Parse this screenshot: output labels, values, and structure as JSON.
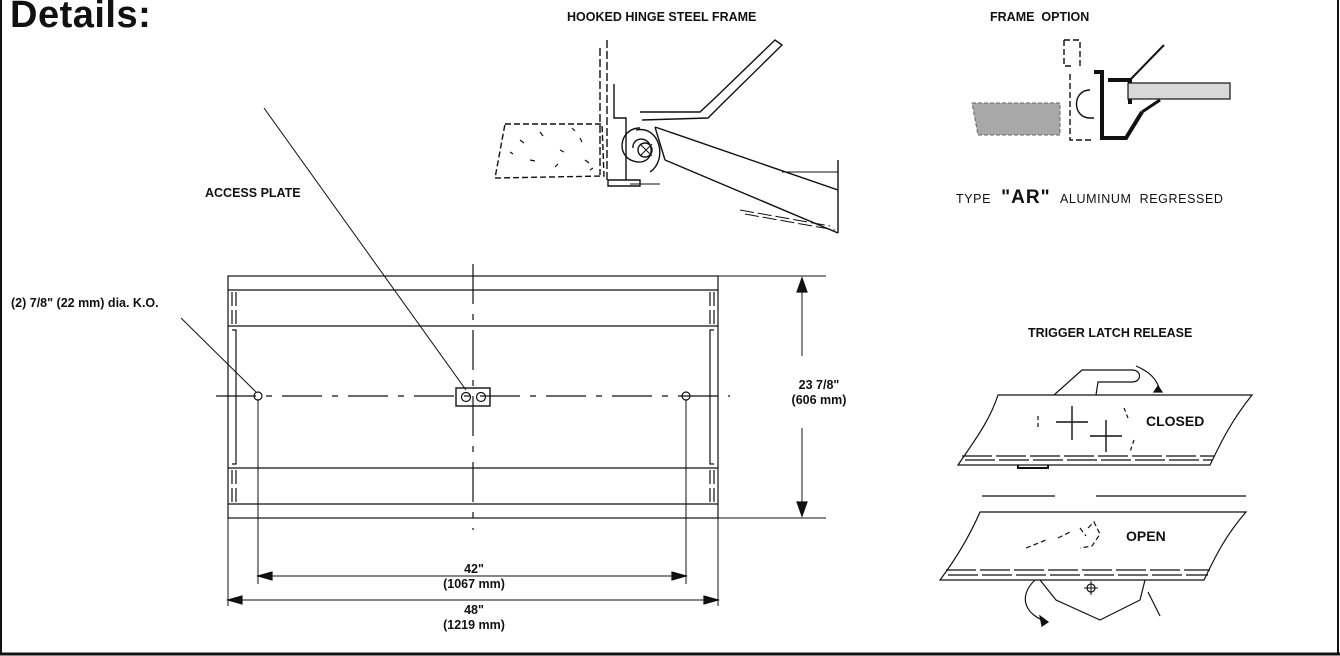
{
  "title": "Details:",
  "hinge": {
    "title": "HOOKED HINGE STEEL FRAME"
  },
  "frame_option": {
    "title": "FRAME  OPTION",
    "type_prefix": "TYPE",
    "type_code": "\"AR\"",
    "type_suffix": "ALUMINUM  REGRESSED"
  },
  "plan": {
    "access_plate": "ACCESS PLATE",
    "knockout": "(2) 7/8\" (22 mm) dia. K.O.",
    "height_in": "23 7/8\"",
    "height_mm": "(606 mm)",
    "inner_width_in": "42\"",
    "inner_width_mm": "(1067 mm)",
    "outer_width_in": "48\"",
    "outer_width_mm": "(1219 mm)"
  },
  "latch": {
    "title": "TRIGGER LATCH RELEASE",
    "closed": "CLOSED",
    "open": "OPEN"
  },
  "colors": {
    "line": "#111111",
    "fill_gray": "#a8a8a8",
    "bar_fill": "#d8d8d8"
  }
}
